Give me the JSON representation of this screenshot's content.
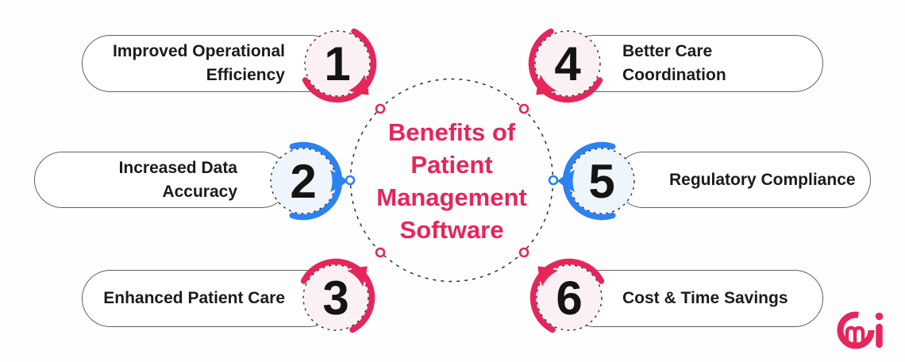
{
  "title": {
    "text": "Benefits of Patient Management Software",
    "lines": [
      "Benefits of",
      "Patient",
      "Management",
      "Software"
    ],
    "color": "#E5265B"
  },
  "items": [
    {
      "number": "1",
      "label": "Improved Operational Efficiency",
      "label_lines": [
        "Improved Operational",
        "Efficiency"
      ],
      "accent": "#E5265B",
      "tint": "#FBF1F4",
      "side": "left"
    },
    {
      "number": "2",
      "label": "Increased Data Accuracy",
      "label_lines": [
        "Increased Data",
        "Accuracy"
      ],
      "accent": "#2B82F0",
      "tint": "#EFF5FC",
      "side": "left"
    },
    {
      "number": "3",
      "label": "Enhanced Patient Care",
      "label_lines": [
        "Enhanced Patient Care"
      ],
      "accent": "#E5265B",
      "tint": "#FBF1F4",
      "side": "left"
    },
    {
      "number": "4",
      "label": "Better Care Coordination",
      "label_lines": [
        "Better Care",
        "Coordination"
      ],
      "accent": "#E5265B",
      "tint": "#FBF1F4",
      "side": "right"
    },
    {
      "number": "5",
      "label": "Regulatory Compliance",
      "label_lines": [
        "Regulatory Compliance"
      ],
      "accent": "#2B82F0",
      "tint": "#EFF5FC",
      "side": "right"
    },
    {
      "number": "6",
      "label": "Cost & Time Savings",
      "label_lines": [
        "Cost & Time Savings"
      ],
      "accent": "#E5265B",
      "tint": "#FBF1F4",
      "side": "right"
    }
  ],
  "logo": {
    "icon": "cmi-brand-mark",
    "color": "#E5265B"
  },
  "colors": {
    "background": "#FEFEFE",
    "accent_pink": "#E5265B",
    "accent_blue": "#2B82F0",
    "tint_pink": "#FBF1F4",
    "tint_blue": "#EFF5FC",
    "pill_border": "#606060",
    "label_text": "#1B1B1B",
    "number_text": "#141414",
    "dashed_outline": "#2E2E2E"
  }
}
